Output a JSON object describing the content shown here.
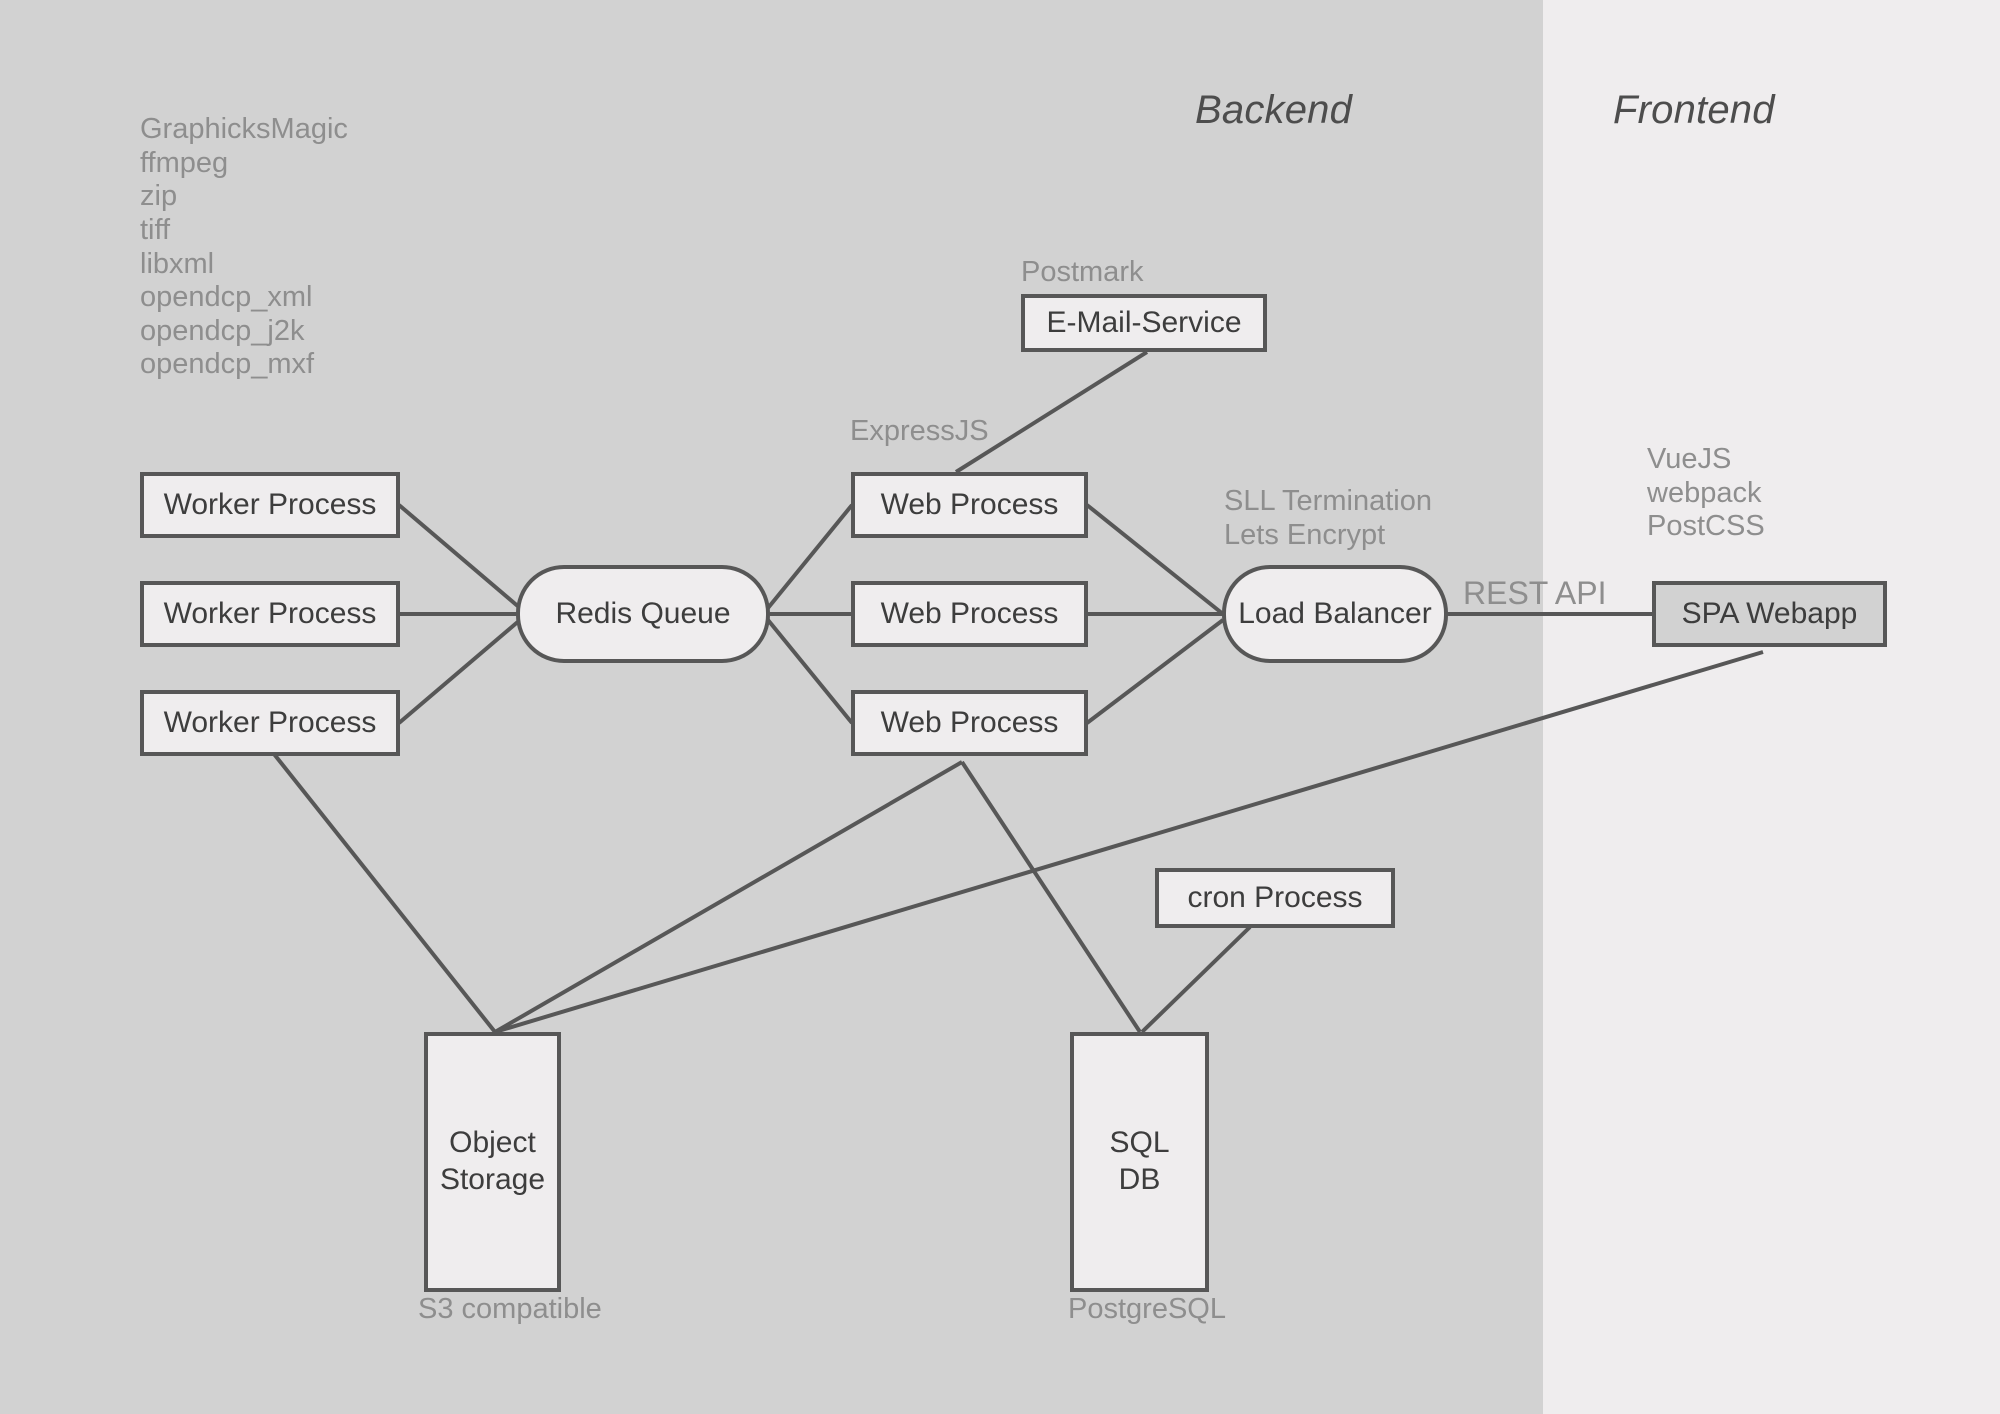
{
  "panels": {
    "backend": {
      "title": "Backend",
      "bg": "#d2d2d2"
    },
    "frontend": {
      "title": "Frontend",
      "bg": "#efedee"
    }
  },
  "colors": {
    "node_fill": "#efedee",
    "node_fill_shaded": "#d2d2d2",
    "stroke": "#575757",
    "text": "#3d3d3d",
    "annotation_text": "#8e8e8e"
  },
  "annotations": {
    "worker_stack": "GraphicksMagic\nffmpeg\nzip\ntiff\nlibxml\nopendcp_xml\nopendcp_j2k\nopendcp_mxf",
    "postmark": "Postmark",
    "expressjs": "ExpressJS",
    "load_balancer": "SLL Termination\nLets Encrypt",
    "rest_api": "REST API",
    "frontend_stack": "VueJS\nwebpack\nPostCSS",
    "s3": "S3 compatible",
    "postgres": "PostgreSQL"
  },
  "nodes": [
    {
      "id": "worker1",
      "label": "Worker Process"
    },
    {
      "id": "worker2",
      "label": "Worker Process"
    },
    {
      "id": "worker3",
      "label": "Worker Process"
    },
    {
      "id": "redis",
      "label": "Redis Queue"
    },
    {
      "id": "web1",
      "label": "Web Process"
    },
    {
      "id": "web2",
      "label": "Web Process"
    },
    {
      "id": "web3",
      "label": "Web Process"
    },
    {
      "id": "email",
      "label": "E-Mail-Service"
    },
    {
      "id": "lb",
      "label": "Load Balancer"
    },
    {
      "id": "spa",
      "label": "SPA Webapp"
    },
    {
      "id": "cron",
      "label": "cron Process"
    },
    {
      "id": "objstore",
      "label": "Object\nStorage"
    },
    {
      "id": "sqldb",
      "label": "SQL\nDB"
    }
  ],
  "edges": [
    {
      "from": "worker1",
      "to": "redis"
    },
    {
      "from": "worker2",
      "to": "redis"
    },
    {
      "from": "worker3",
      "to": "redis"
    },
    {
      "from": "worker3",
      "to": "objstore"
    },
    {
      "from": "redis",
      "to": "web1"
    },
    {
      "from": "redis",
      "to": "web2"
    },
    {
      "from": "redis",
      "to": "web3"
    },
    {
      "from": "web1",
      "to": "email"
    },
    {
      "from": "web1",
      "to": "lb"
    },
    {
      "from": "web2",
      "to": "lb"
    },
    {
      "from": "web3",
      "to": "lb"
    },
    {
      "from": "web3",
      "to": "objstore"
    },
    {
      "from": "web3",
      "to": "sqldb"
    },
    {
      "from": "cron",
      "to": "sqldb"
    },
    {
      "from": "lb",
      "to": "spa"
    },
    {
      "from": "spa",
      "to": "objstore"
    }
  ]
}
